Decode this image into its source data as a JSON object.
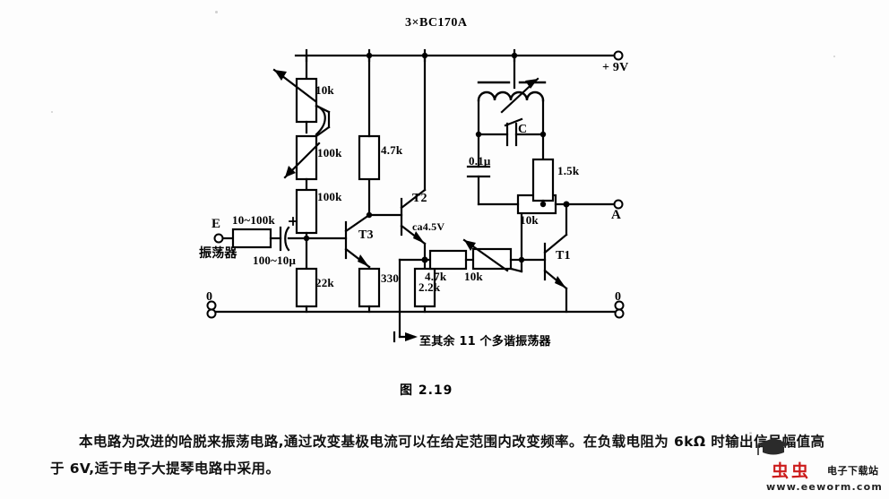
{
  "figure": {
    "title": "3×BC170A",
    "caption": "图 2.19",
    "supply_label": "+ 9V",
    "output_label": "A",
    "ground_left_label": "0",
    "ground_right_label": "0",
    "input_terminal_label": "E",
    "input_source_label": "振荡器",
    "branch_note": "至其余 11 个多谐振荡器",
    "bias_note": "ca4.5V",
    "transistors": [
      {
        "name": "T1"
      },
      {
        "name": "T2"
      },
      {
        "name": "T3"
      }
    ],
    "components": [
      {
        "ref": "pot-10k-top",
        "value": "10k",
        "type": "potentiometer"
      },
      {
        "ref": "pot-100k",
        "value": "100k",
        "type": "potentiometer"
      },
      {
        "ref": "r-100k",
        "value": "100k",
        "type": "resistor"
      },
      {
        "ref": "r-4k7-top",
        "value": "4.7k",
        "type": "resistor"
      },
      {
        "ref": "r-22k",
        "value": "22k",
        "type": "resistor"
      },
      {
        "ref": "r-330",
        "value": "330",
        "type": "resistor"
      },
      {
        "ref": "r-2k2",
        "value": "2.2k",
        "type": "resistor"
      },
      {
        "ref": "r-4k7-base",
        "value": "4.7k",
        "type": "resistor"
      },
      {
        "ref": "pot-10k-base",
        "value": "10k",
        "type": "potentiometer"
      },
      {
        "ref": "r-10k-fb",
        "value": "10k",
        "type": "resistor"
      },
      {
        "ref": "r-1k5",
        "value": "1.5k",
        "type": "resistor"
      },
      {
        "ref": "c-tuning",
        "value": "C",
        "type": "variable-capacitor"
      },
      {
        "ref": "c-0u1",
        "value": "0.1μ",
        "type": "capacitor"
      },
      {
        "ref": "c-input",
        "value": "100~10μ",
        "type": "electrolytic-capacitor"
      },
      {
        "ref": "r-input",
        "value": "10~100k",
        "type": "resistor"
      }
    ],
    "labels": {
      "r10k_top": "10k",
      "r100k_pot": "100k",
      "r100k": "100k",
      "r4k7_top": "4.7k",
      "r22k": "22k",
      "r330": "330",
      "r2k2": "2.2k",
      "r4k7_base": "4.7k",
      "r10k_base": "10k",
      "r10k_fb": "10k",
      "r1k5": "1.5k",
      "c_tuning": "C",
      "c_0u1": "0.1μ",
      "c_input": "100~10μ",
      "r_input": "10~100k"
    }
  },
  "description": {
    "paragraph": "本电路为改进的哈脱来振荡电路,通过改变基极电流可以在给定范围内改变频率。在负载电阻为 6kΩ 时输出信号幅值高于 6V,适于电子大提琴电路中采用。"
  },
  "watermark": {
    "worms": "虫虫",
    "site_name": "电子下载站",
    "url": "www.eeworm.com"
  },
  "colors": {
    "ink": "#000000",
    "paper": "#fdfdfd",
    "watermark_red": "#cc1c1c"
  }
}
